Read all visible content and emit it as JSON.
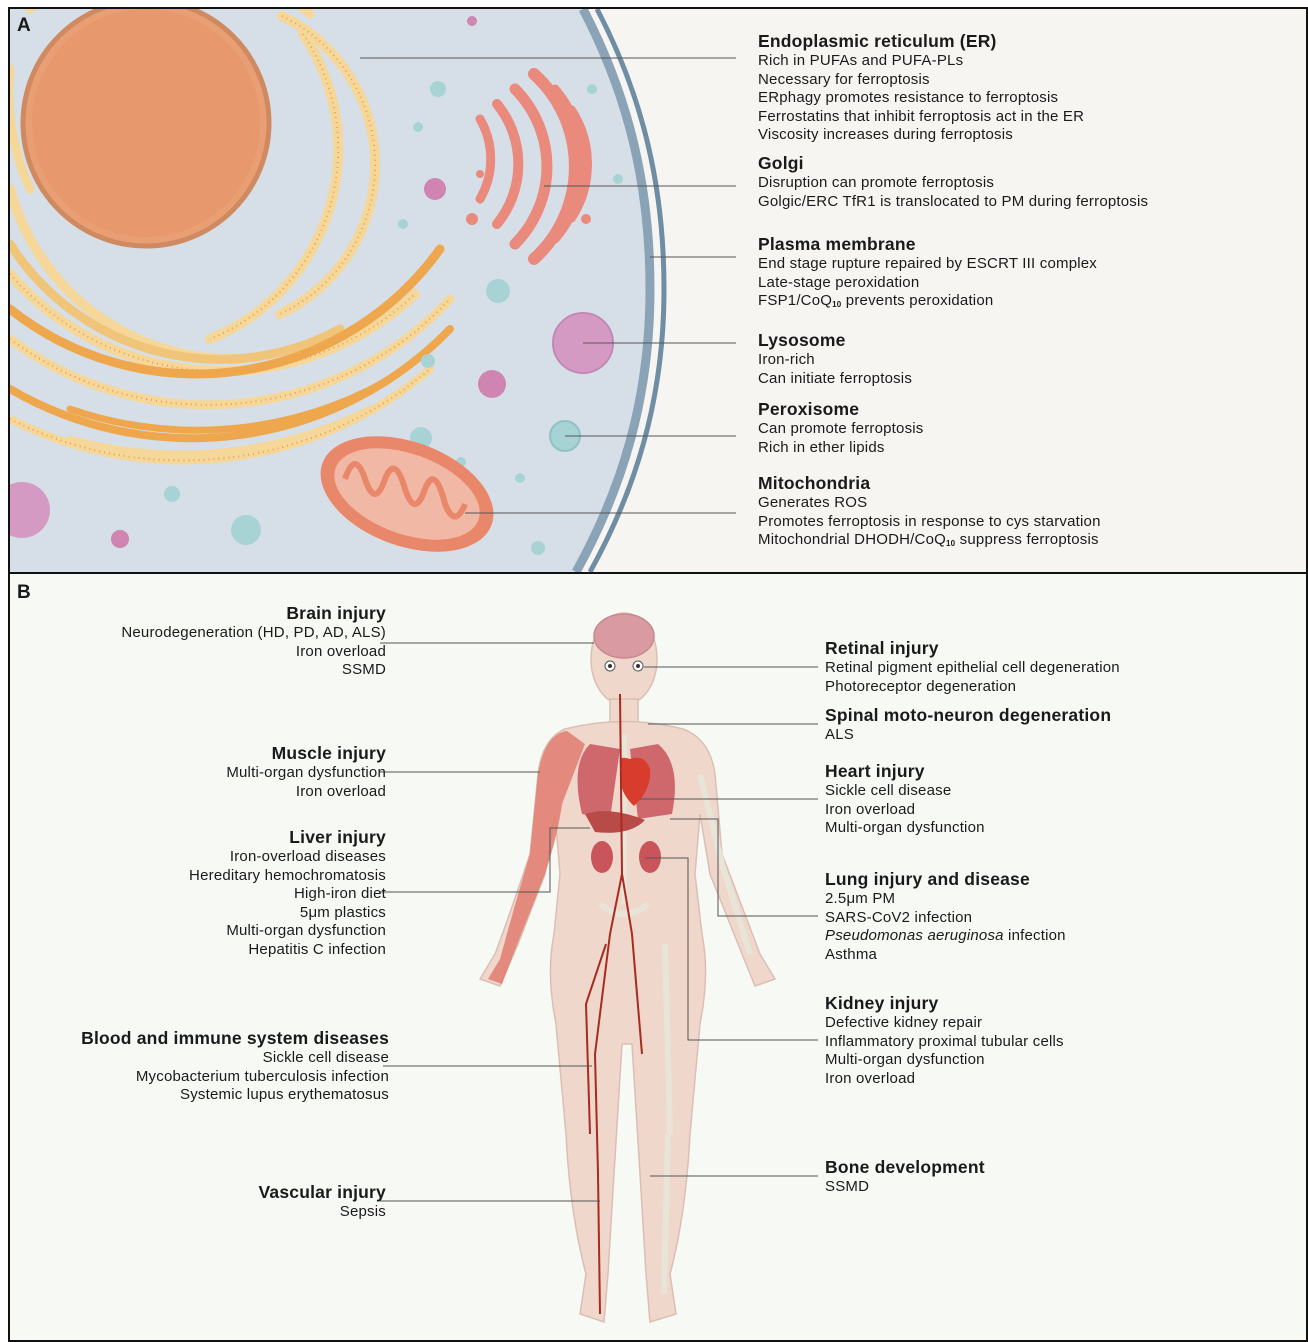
{
  "panel_a": {
    "label": "A",
    "annotations": [
      {
        "title": "Endoplasmic reticulum (ER)",
        "lines": [
          "Rich in PUFAs and PUFA-PLs",
          "Necessary for ferroptosis",
          "ERphagy promotes resistance to ferroptosis",
          "Ferrostatins that inhibit ferroptosis act in the ER",
          "Viscosity increases during ferroptosis"
        ]
      },
      {
        "title": "Golgi",
        "lines": [
          "Disruption can promote ferroptosis",
          "Golgic/ERC TfR1 is translocated to PM during ferroptosis"
        ]
      },
      {
        "title": "Plasma membrane",
        "lines": [
          "End stage rupture repaired by ESCRT III complex",
          "Late-stage peroxidation"
        ]
      },
      {
        "title": "Lysosome",
        "lines": [
          "Iron-rich",
          "Can initiate ferroptosis"
        ]
      },
      {
        "title": "Peroxisome",
        "lines": [
          "Can promote ferroptosis",
          "Rich in ether lipids"
        ]
      },
      {
        "title": "Mitochondria",
        "lines": [
          "Generates ROS",
          "Promotes ferroptosis in response to cys starvation"
        ]
      }
    ],
    "fsp1_prefix": "FSP1/CoQ",
    "fsp1_sub": "10",
    "fsp1_suffix": " prevents peroxidation",
    "dhodh_prefix": "Mitochondrial DHODH/CoQ",
    "dhodh_sub": "10",
    "dhodh_suffix": " suppress ferroptosis"
  },
  "panel_b": {
    "label": "B",
    "left": [
      {
        "title": "Brain injury",
        "lines": [
          "Neurodegeneration (HD, PD, AD, ALS)",
          "Iron overload",
          "SSMD"
        ]
      },
      {
        "title": "Muscle injury",
        "lines": [
          "Multi-organ dysfunction",
          "Iron overload"
        ]
      },
      {
        "title": "Liver injury",
        "lines": [
          "Iron-overload diseases",
          "Hereditary hemochromatosis",
          "High-iron diet",
          "5μm plastics",
          "Multi-organ dysfunction",
          "Hepatitis C infection"
        ]
      },
      {
        "title": "Blood and immune system diseases",
        "lines": [
          "Sickle cell disease",
          "Mycobacterium tuberculosis infection",
          "Systemic lupus erythematosus"
        ]
      },
      {
        "title": "Vascular injury",
        "lines": [
          "Sepsis"
        ]
      }
    ],
    "right": [
      {
        "title": "Retinal injury",
        "lines": [
          "Retinal pigment epithelial cell degeneration",
          "Photoreceptor degeneration"
        ]
      },
      {
        "title": "Spinal moto-neuron degeneration",
        "lines": [
          "ALS"
        ]
      },
      {
        "title": "Heart injury",
        "lines": [
          "Sickle cell disease",
          "Iron overload",
          "Multi-organ dysfunction"
        ]
      },
      {
        "title": "Lung injury and disease",
        "lines": [
          "2.5μm PM",
          "SARS-CoV2 infection"
        ]
      },
      {
        "title": "Kidney injury",
        "lines": [
          "Defective kidney repair",
          "Inflammatory proximal tubular cells",
          "Multi-organ dysfunction",
          "Iron overload"
        ]
      },
      {
        "title": "Bone development",
        "lines": [
          "SSMD"
        ]
      }
    ],
    "lung_italic": "Pseudomonas aeruginosa",
    "lung_italic_suffix": " infection",
    "lung_last": "Asthma"
  }
}
